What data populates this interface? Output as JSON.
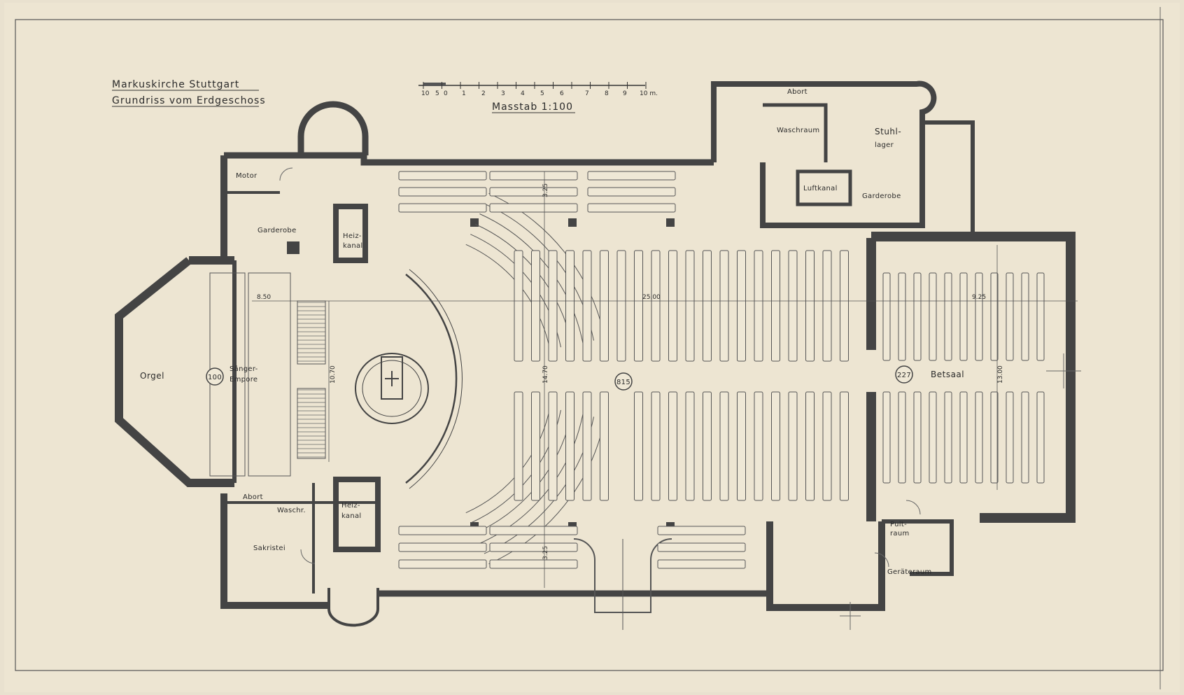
{
  "title": {
    "line1": "Markuskirche Stuttgart",
    "line2": "Grundriss vom Erdgeschoss"
  },
  "scale_bar": {
    "ticks": [
      "10",
      "5",
      "0",
      "1",
      "2",
      "3",
      "4",
      "5",
      "6",
      "7",
      "8",
      "9",
      "10 m."
    ],
    "caption": "Masstab 1:100"
  },
  "rooms": {
    "orgel": "Orgel",
    "saenger_empore_1": "Sänger-",
    "saenger_empore_2": "Empore",
    "motor": "Motor",
    "garderobe_left": "Garderobe",
    "heizkanal_top_1": "Heiz-",
    "heizkanal_top_2": "kanal",
    "abort_left": "Abort",
    "waschr": "Waschr.",
    "sakristei": "Sakristei",
    "heizkanal_bottom_1": "Heiz-",
    "heizkanal_bottom_2": "kanal",
    "abort_right": "Abort",
    "waschraum": "Waschraum",
    "stuhllager_1": "Stuhl-",
    "stuhllager_2": "lager",
    "luftkanal": "Luftkanal",
    "garderobe_right": "Garderobe",
    "betsaal": "Betsaal",
    "pultraum_1": "Pult-",
    "pultraum_2": "raum",
    "geraeteraum": "Geräteraum"
  },
  "circled_numbers": {
    "empore": "100",
    "nave": "815",
    "betsaal": "227"
  },
  "dimensions": {
    "d1": "8.50",
    "d2": "25.00",
    "d3": "9.25",
    "d4": "10.70",
    "d5": "14.70",
    "d6": "13.00",
    "d7": "3.25",
    "d8": "3.25"
  },
  "colors": {
    "paper": "#ede5d2",
    "ink": "#3a3a3a",
    "wall": "#444444"
  }
}
